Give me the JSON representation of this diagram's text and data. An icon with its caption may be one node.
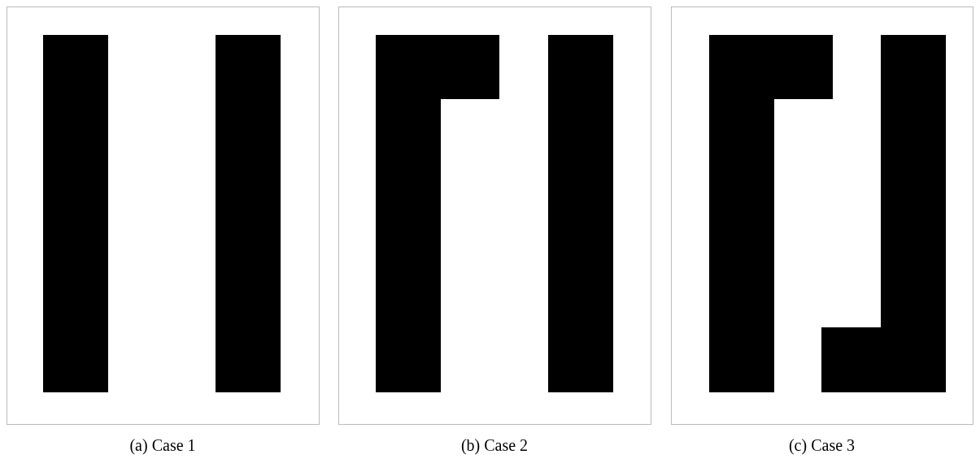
{
  "diagram": {
    "labels": [
      "(a) Case 1",
      "(b) Case 2",
      "(c) Case 3"
    ]
  }
}
